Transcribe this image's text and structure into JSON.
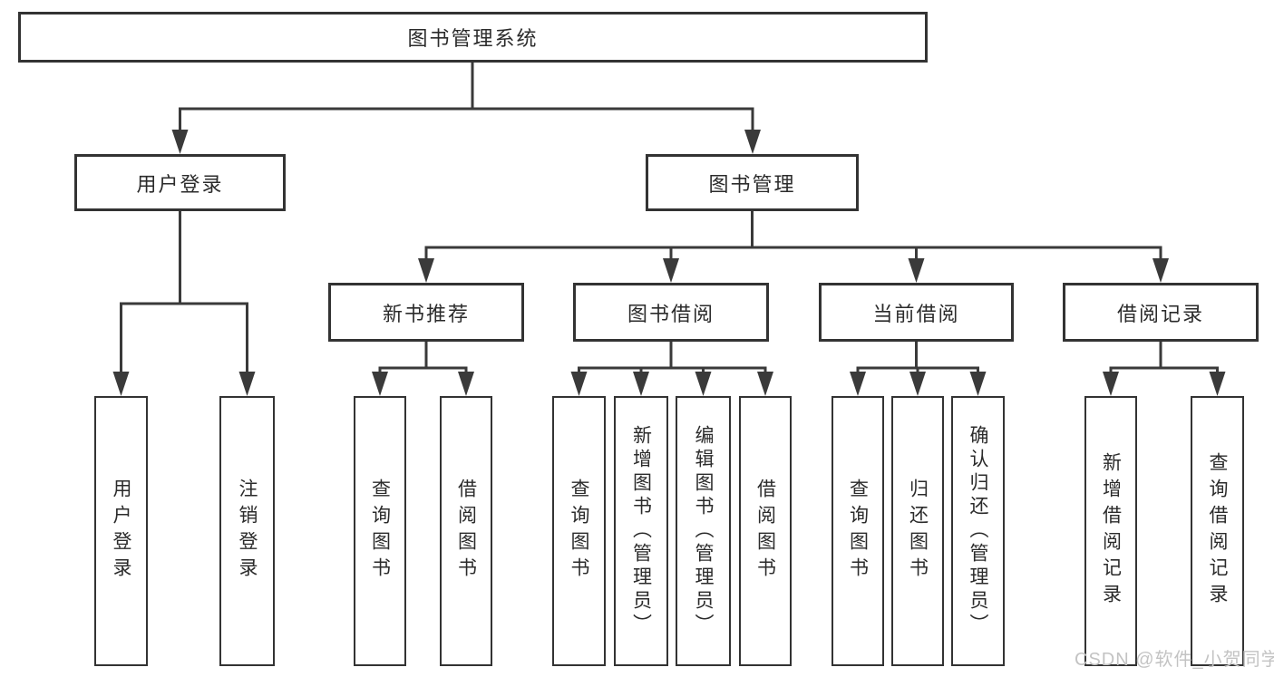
{
  "diagram": {
    "type": "hierarchy-tree",
    "colors": {
      "line": "#3a3a3a",
      "box_border": "#333333",
      "text": "#2b2b2b",
      "watermark": "#c3c3c3",
      "background": "#ffffff"
    },
    "watermark": "CSDN @软件_小贺同学",
    "nodes": {
      "root": {
        "label": "图书管理系统"
      },
      "user_login": {
        "label": "用户登录"
      },
      "book_management": {
        "label": "图书管理"
      },
      "new_book_recommend": {
        "label": "新书推荐"
      },
      "book_borrowing": {
        "label": "图书借阅"
      },
      "current_borrowing": {
        "label": "当前借阅"
      },
      "borrowing_records": {
        "label": "借阅记录"
      },
      "leaf_user_login": {
        "label": "用户登录"
      },
      "leaf_logout": {
        "label": "注销登录"
      },
      "leaf_query_books_1": {
        "label": "查询图书"
      },
      "leaf_borrow_books_1": {
        "label": "借阅图书"
      },
      "leaf_query_books_2": {
        "label": "查询图书"
      },
      "leaf_add_books_admin": {
        "label": "新增图书（管理员）"
      },
      "leaf_edit_books_admin": {
        "label": "编辑图书（管理员）"
      },
      "leaf_borrow_books_2": {
        "label": "借阅图书"
      },
      "leaf_query_books_3": {
        "label": "查询图书"
      },
      "leaf_return_books": {
        "label": "归还图书"
      },
      "leaf_confirm_return_admin": {
        "label": "确认归还（管理员）"
      },
      "leaf_add_borrow_record": {
        "label": "新增借阅记录"
      },
      "leaf_query_borrow_record": {
        "label": "查询借阅记录"
      }
    },
    "hierarchy": {
      "图书管理系统": {
        "用户登录": [
          "用户登录",
          "注销登录"
        ],
        "图书管理": {
          "新书推荐": [
            "查询图书",
            "借阅图书"
          ],
          "图书借阅": [
            "查询图书",
            "新增图书（管理员）",
            "编辑图书（管理员）",
            "借阅图书"
          ],
          "当前借阅": [
            "查询图书",
            "归还图书",
            "确认归还（管理员）"
          ],
          "借阅记录": [
            "新增借阅记录",
            "查询借阅记录"
          ]
        }
      }
    }
  }
}
